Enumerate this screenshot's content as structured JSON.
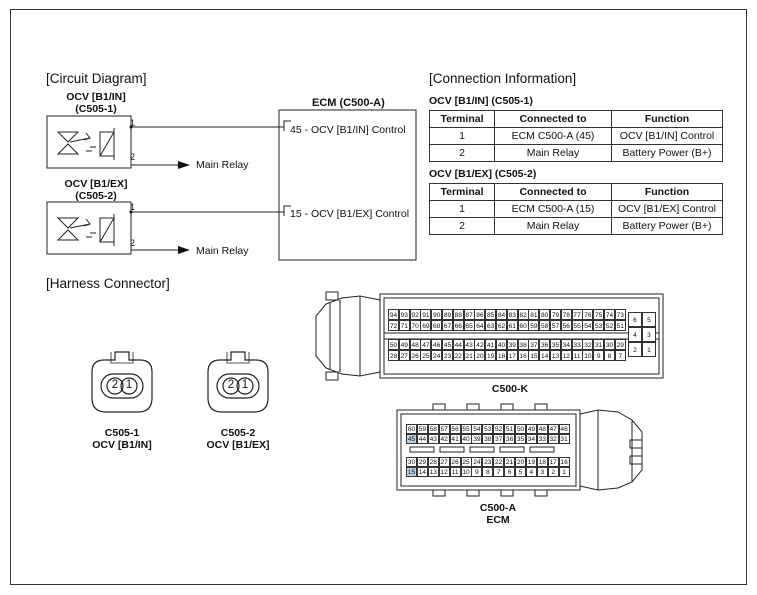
{
  "circuit": {
    "title": "[Circuit Diagram]",
    "ocv1_name": "OCV [B1/IN]",
    "ocv1_code": "(C505-1)",
    "ocv2_name": "OCV [B1/EX]",
    "ocv2_code": "(C505-2)",
    "pin1": "1",
    "pin2": "2",
    "main_relay_1": "Main Relay",
    "main_relay_2": "Main Relay",
    "ecm_title": "ECM (C500-A)",
    "ecm_pin_45": "45 - OCV [B1/IN] Control",
    "ecm_pin_15": "15 - OCV [B1/EX] Control"
  },
  "connection": {
    "title": "[Connection Information]",
    "tables": [
      {
        "heading": "OCV [B1/IN] (C505-1)",
        "headers": [
          "Terminal",
          "Connected to",
          "Function"
        ],
        "rows": [
          [
            "1",
            "ECM C500-A (45)",
            "OCV [B1/IN] Control"
          ],
          [
            "2",
            "Main Relay",
            "Battery Power (B+)"
          ]
        ]
      },
      {
        "heading": "OCV [B1/EX] (C505-2)",
        "headers": [
          "Terminal",
          "Connected to",
          "Function"
        ],
        "rows": [
          [
            "1",
            "ECM C500-A (15)",
            "OCV [B1/EX] Control"
          ],
          [
            "2",
            "Main Relay",
            "Battery Power (B+)"
          ]
        ]
      }
    ]
  },
  "harness": {
    "title": "[Harness Connector]",
    "c505_1_pins": [
      "2",
      "1"
    ],
    "c505_1_label": "C505-1",
    "c505_1_sub": "OCV [B1/IN]",
    "c505_2_pins": [
      "2",
      "1"
    ],
    "c505_2_label": "C505-2",
    "c505_2_sub": "OCV [B1/EX]",
    "c500k_label": "C500-K",
    "c500a_label": "C500-A",
    "c500a_sub": "ECM",
    "c500k_rows": [
      [
        "94",
        "93",
        "92",
        "91",
        "90",
        "89",
        "88",
        "87",
        "86",
        "85",
        "84",
        "83",
        "82",
        "81",
        "80",
        "79",
        "78",
        "77",
        "76",
        "75",
        "74",
        "73"
      ],
      [
        "72",
        "71",
        "70",
        "69",
        "68",
        "67",
        "66",
        "65",
        "64",
        "63",
        "62",
        "61",
        "60",
        "59",
        "58",
        "57",
        "56",
        "55",
        "54",
        "53",
        "52",
        "51"
      ],
      [
        "50",
        "49",
        "48",
        "47",
        "46",
        "45",
        "44",
        "43",
        "42",
        "41",
        "40",
        "39",
        "38",
        "37",
        "36",
        "35",
        "34",
        "33",
        "32",
        "31",
        "30",
        "29"
      ],
      [
        "28",
        "27",
        "26",
        "25",
        "24",
        "23",
        "22",
        "21",
        "20",
        "19",
        "18",
        "17",
        "16",
        "15",
        "14",
        "13",
        "12",
        "11",
        "10",
        "9",
        "8",
        "7"
      ]
    ],
    "c500k_side": [
      [
        "6",
        "5"
      ],
      [
        "4",
        "3"
      ],
      [
        "2",
        "1"
      ]
    ],
    "c500a_rows": [
      [
        "60",
        "59",
        "58",
        "57",
        "56",
        "55",
        "54",
        "53",
        "52",
        "51",
        "50",
        "49",
        "48",
        "47",
        "46"
      ],
      [
        "45",
        "44",
        "43",
        "42",
        "41",
        "40",
        "39",
        "38",
        "37",
        "36",
        "35",
        "34",
        "33",
        "32",
        "31"
      ],
      [
        "30",
        "29",
        "28",
        "27",
        "26",
        "25",
        "24",
        "23",
        "22",
        "21",
        "20",
        "19",
        "18",
        "17",
        "16"
      ],
      [
        "15",
        "14",
        "13",
        "12",
        "11",
        "10",
        "9",
        "8",
        "7",
        "6",
        "5",
        "4",
        "3",
        "2",
        "1"
      ]
    ],
    "highlight_pins": [
      "45",
      "15"
    ],
    "highlight_color": "#b8d3e6"
  }
}
